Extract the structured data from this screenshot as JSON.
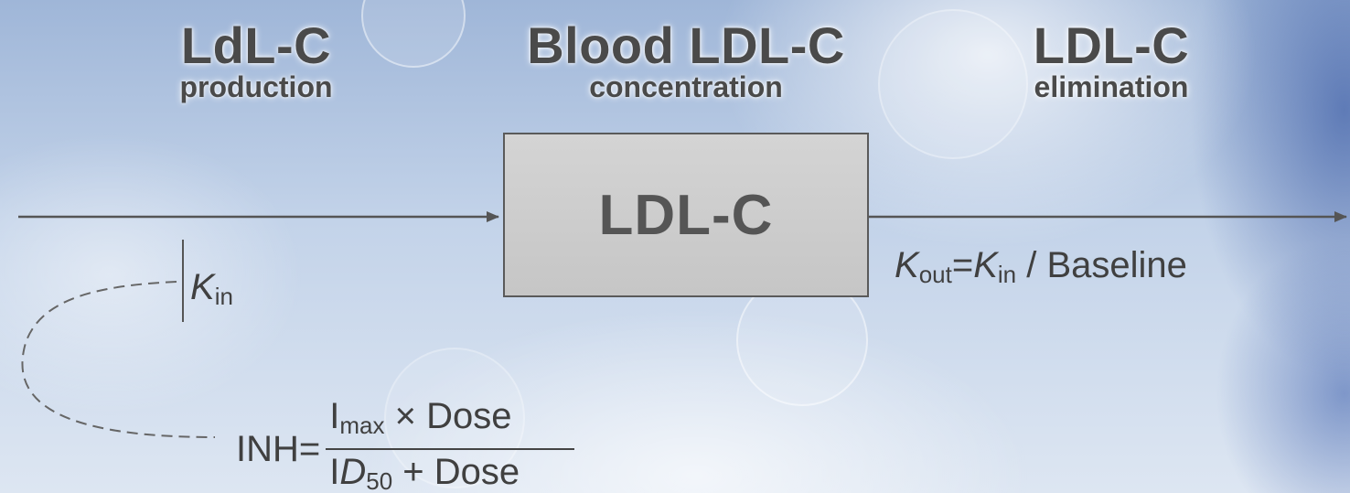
{
  "headers": {
    "production": {
      "title": "LdL-C",
      "subtitle": "production"
    },
    "blood": {
      "title": "Blood LDL-C",
      "subtitle": "concentration"
    },
    "elimination": {
      "title": "LDL-C",
      "subtitle": "elimination"
    }
  },
  "compartment": {
    "label": "LDL-C"
  },
  "kin": {
    "symbol": "K",
    "subscript": "in"
  },
  "kout": {
    "symbol": "K",
    "subscript": "out",
    "equals": "=",
    "rhs_symbol": "K",
    "rhs_subscript": "in",
    "rhs_rest": " / Baseline"
  },
  "inh": {
    "lhs": "INH=",
    "num_I": "I",
    "num_sub": "max",
    "num_rest": "× Dose",
    "den_I": "I",
    "den_D": "D",
    "den_sub": "50",
    "den_rest": " + Dose"
  },
  "colors": {
    "text": "#4a4a4a",
    "line": "#555555",
    "box_fill": "#cccccc"
  }
}
